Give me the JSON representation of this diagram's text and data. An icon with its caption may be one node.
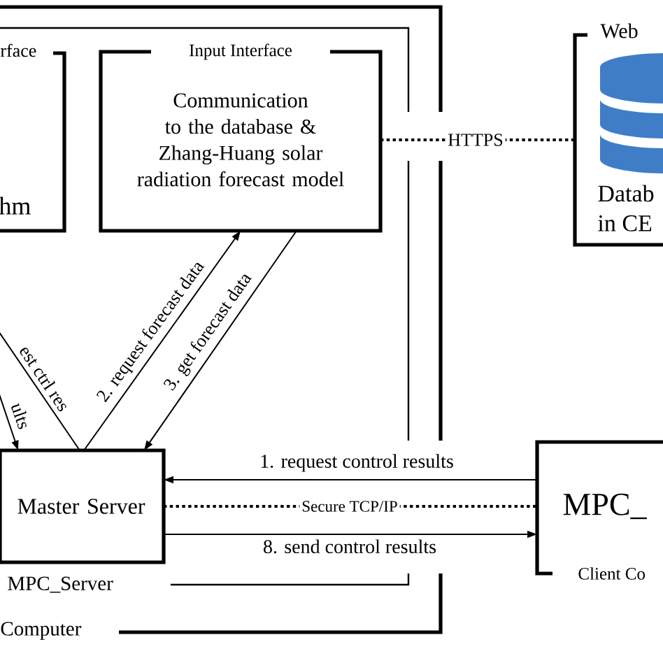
{
  "diagram": {
    "nodes": [
      {
        "text": [
          "Computer"
        ]
      },
      {
        "text": [
          "MPC_Server"
        ],
        "in": 0
      },
      {
        "text": [
          "rface",
          "hm"
        ],
        "in": 1
      },
      {
        "text": [
          "Input Interface",
          "Communication to the database & Zhang-Huang solar radiation forecast model"
        ],
        "in": 1
      },
      {
        "text": [
          "Master Server"
        ],
        "in": 1
      },
      {
        "text": [
          "Web",
          "Datab in CE"
        ]
      },
      {
        "text": [
          "MPC_",
          "Client Co"
        ]
      }
    ],
    "edges": [
      {
        "from": 3,
        "to": 5,
        "arrow": "none",
        "label": "HTTPS",
        "style": "dashed"
      },
      {
        "from": 2,
        "to": 4,
        "arrow": "to",
        "label": "ults"
      },
      {
        "from": 4,
        "to": 2,
        "arrow": "none",
        "label": "est ctrl res"
      },
      {
        "from": 4,
        "to": 3,
        "arrow": "to",
        "label": "2. request forecast data"
      },
      {
        "from": 3,
        "to": 4,
        "arrow": "to",
        "label": "3. get forecast data"
      },
      {
        "from": 6,
        "to": 4,
        "arrow": "to",
        "label": "1. request control results"
      },
      {
        "from": 4,
        "to": 6,
        "arrow": "none",
        "label": "Secure TCP/IP",
        "style": "dashed"
      },
      {
        "from": 4,
        "to": 6,
        "arrow": "to",
        "label": "8. send control results"
      }
    ]
  }
}
